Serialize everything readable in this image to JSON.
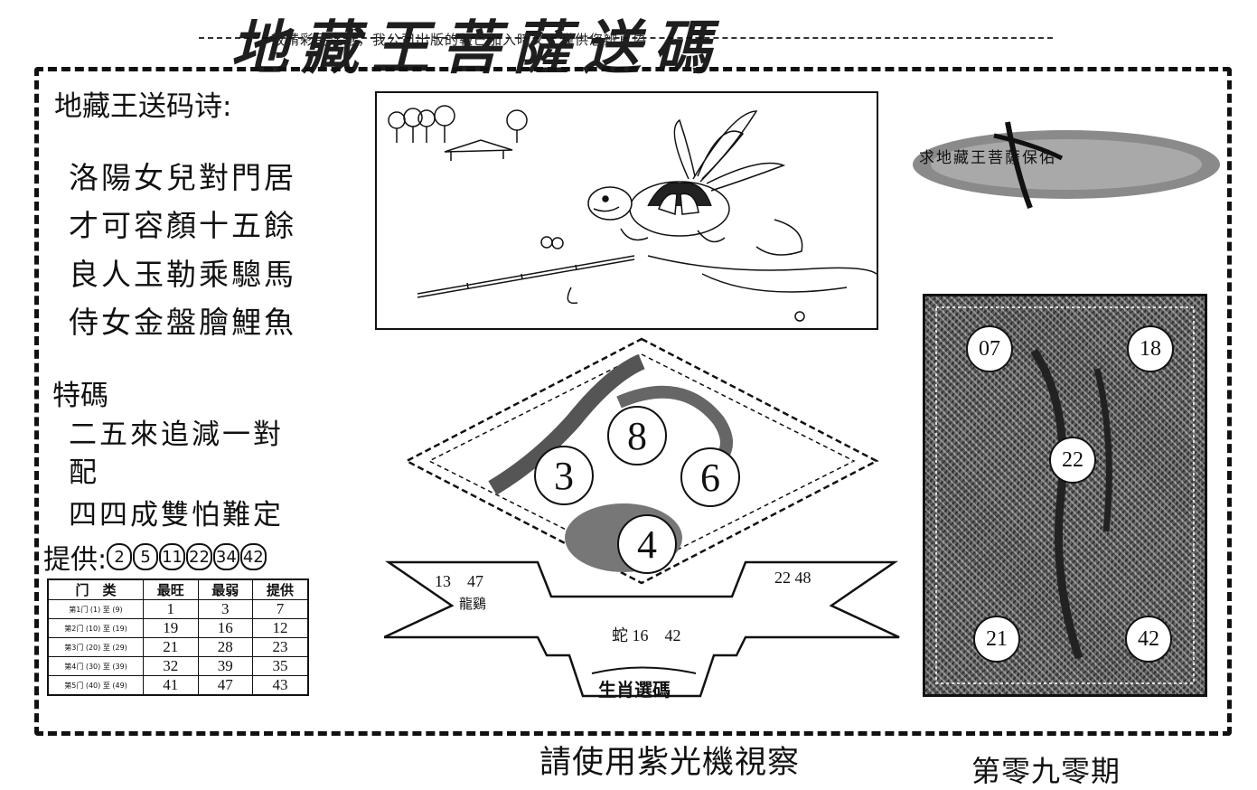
{
  "header": {
    "title": "地藏王菩薩送碼",
    "subtitle": "敬請彩民注意，我公司出版的報已加入暗文，僅供您辨真偽"
  },
  "poem": {
    "title": "地藏王送码诗:",
    "lines": [
      "洛陽女兒對門居",
      "才可容顏十五餘",
      "良人玉勒乘驄馬",
      "侍女金盤膾鯉魚"
    ]
  },
  "special": {
    "title": "特碼",
    "lines": [
      "二五來追減一對",
      "配",
      "四四成雙怕難定"
    ]
  },
  "provide": {
    "label": "提供:",
    "numbers": [
      "2",
      "5",
      "11",
      "22",
      "34",
      "42"
    ]
  },
  "table": {
    "headers": [
      "门　类",
      "最旺",
      "最弱",
      "提供"
    ],
    "rows": [
      {
        "cat": "第1门 (1) 至 (9)",
        "hot": "1",
        "cold": "3",
        "give": "7"
      },
      {
        "cat": "第2门 (10) 至 (19)",
        "hot": "19",
        "cold": "16",
        "give": "12"
      },
      {
        "cat": "第3门 (20) 至 (29)",
        "hot": "21",
        "cold": "28",
        "give": "23"
      },
      {
        "cat": "第4门 (30) 至 (39)",
        "hot": "32",
        "cold": "39",
        "give": "35"
      },
      {
        "cat": "第5门 (40) 至 (49)",
        "hot": "41",
        "cold": "47",
        "give": "43"
      }
    ]
  },
  "right_banner": {
    "text": "求地藏王菩薩保佑"
  },
  "diamond": {
    "balls": [
      "8",
      "3",
      "6",
      "4"
    ],
    "left_numbers": "13　47",
    "left_label": "龍鷄",
    "right_numbers": "22 48",
    "bottom_text": "蛇 16　42",
    "ribbon_label": "生肖選碼"
  },
  "right_panel": {
    "balls": [
      "07",
      "18",
      "22",
      "21",
      "42"
    ]
  },
  "footer": {
    "note": "請使用紫光機視察",
    "issue": "第零九零期"
  }
}
